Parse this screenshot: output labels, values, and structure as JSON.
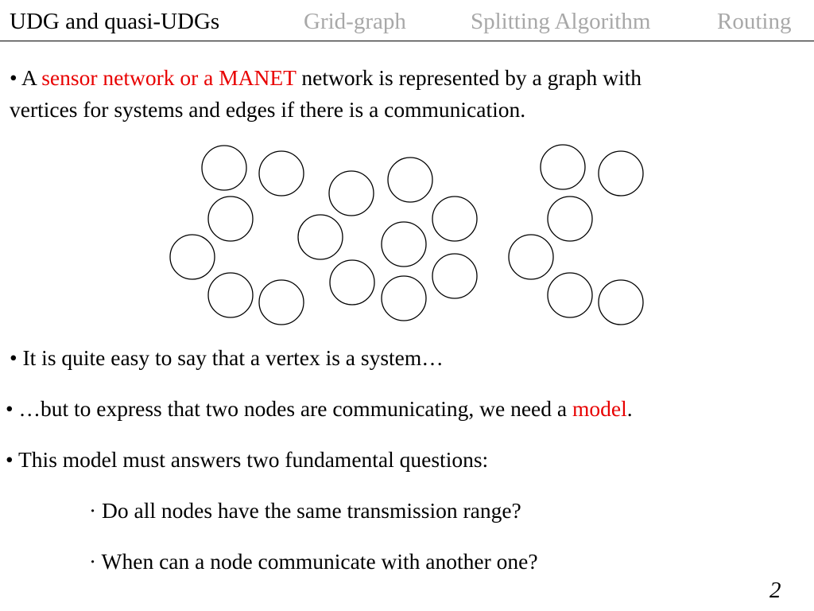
{
  "nav": {
    "items": [
      {
        "label": "UDG and quasi-UDGs",
        "active": true
      },
      {
        "label": "Grid-graph",
        "active": false
      },
      {
        "label": "Splitting Algorithm",
        "active": false
      },
      {
        "label": "Routing",
        "active": false
      }
    ]
  },
  "intro": {
    "bullet": "•",
    "line1_pre": "A ",
    "line1_highlight": "sensor network or a MANET",
    "line1_post": " network is represented by a graph with",
    "line2": "vertices for systems and edges if there is a communication."
  },
  "bullets": {
    "b1": "• It is quite easy to say that a vertex is a system…",
    "b2_pre": "• …but to express that two nodes are communicating, we need a ",
    "b2_highlight": "model",
    "b2_post": ".",
    "b3": "• This model must answers two fundamental questions:",
    "s1": "· Do all nodes have the same transmission range?",
    "s2": "· When can a node communicate with another one?"
  },
  "page_number": "2",
  "colors": {
    "highlight": "#e80000",
    "inactive_nav": "#a8a8a8"
  }
}
